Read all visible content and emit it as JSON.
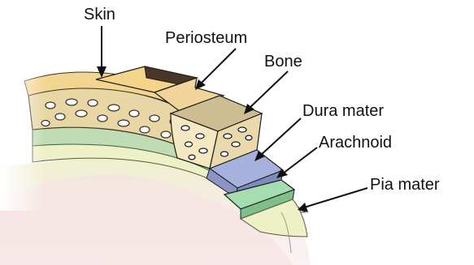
{
  "labels": {
    "skin": "Skin",
    "periosteum": "Periosteum",
    "bone": "Bone",
    "dura_mater": "Dura mater",
    "arachnoid": "Arachnoid",
    "pia_mater": "Pia mater"
  },
  "colors": {
    "skin_top": "#f3d489",
    "skin_cut": "#4a3626",
    "bone": "#dcc79b",
    "dura_mater": "#9fa9d6",
    "arachnoid": "#9bd5a4",
    "brain": "#eef1cc",
    "brain_lower": "#f6e9ea",
    "outline": "#1d1d1d"
  }
}
